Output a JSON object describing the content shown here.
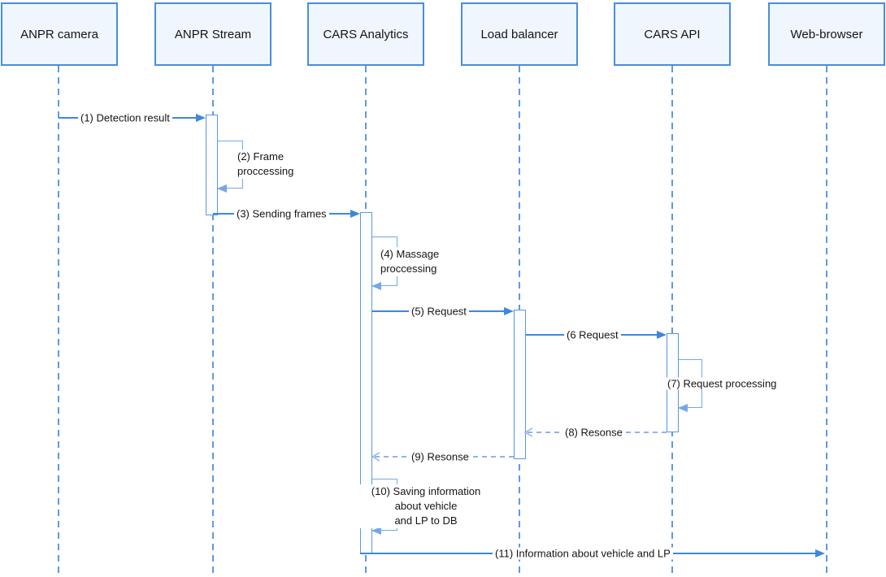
{
  "diagram": {
    "type": "uml-sequence-diagram",
    "colors": {
      "background": "#ffffff",
      "actor_fill": "#f0f6fd",
      "actor_stroke": "#4a8ce0",
      "message_line": "#3f87de",
      "self_message_line": "#74a7e8",
      "return_line": "#8fb4ea",
      "lifeline": "#5e9ae0",
      "text": "#151515"
    },
    "actors": [
      {
        "label": "ANPR camera"
      },
      {
        "label": "ANPR Stream"
      },
      {
        "label": "CARS Analytics"
      },
      {
        "label": "Load balancer"
      },
      {
        "label": "CARS API"
      },
      {
        "label": "Web-browser"
      }
    ],
    "messages": [
      {
        "id": 1,
        "label": "(1) Detection result",
        "from": "ANPR camera",
        "to": "ANPR Stream",
        "kind": "sync"
      },
      {
        "id": 2,
        "lines": [
          "(2) Frame",
          "proccessing"
        ],
        "from": "ANPR Stream",
        "to": "ANPR Stream",
        "kind": "self"
      },
      {
        "id": 3,
        "label": "(3) Sending frames",
        "from": "ANPR Stream",
        "to": "CARS Analytics",
        "kind": "sync"
      },
      {
        "id": 4,
        "lines": [
          "(4) Massage",
          "proccessing"
        ],
        "from": "CARS Analytics",
        "to": "CARS Analytics",
        "kind": "self"
      },
      {
        "id": 5,
        "label": "(5) Request",
        "from": "CARS Analytics",
        "to": "Load balancer",
        "kind": "sync"
      },
      {
        "id": 6,
        "label": "(6 Request",
        "from": "Load balancer",
        "to": "CARS API",
        "kind": "sync"
      },
      {
        "id": 7,
        "label": "(7) Request processing",
        "from": "CARS API",
        "to": "CARS API",
        "kind": "self"
      },
      {
        "id": 8,
        "label": "(8) Resonse",
        "from": "CARS API",
        "to": "Load balancer",
        "kind": "return"
      },
      {
        "id": 9,
        "label": "(9) Resonse",
        "from": "Load balancer",
        "to": "CARS Analytics",
        "kind": "return"
      },
      {
        "id": 10,
        "lines": [
          "(10) Saving information",
          "about vehicle",
          "and LP to DB"
        ],
        "from": "CARS Analytics",
        "to": "CARS Analytics",
        "kind": "self"
      },
      {
        "id": 11,
        "label": "(11) Information about vehicle and LP",
        "from": "CARS Analytics",
        "to": "Web-browser",
        "kind": "sync"
      }
    ]
  }
}
